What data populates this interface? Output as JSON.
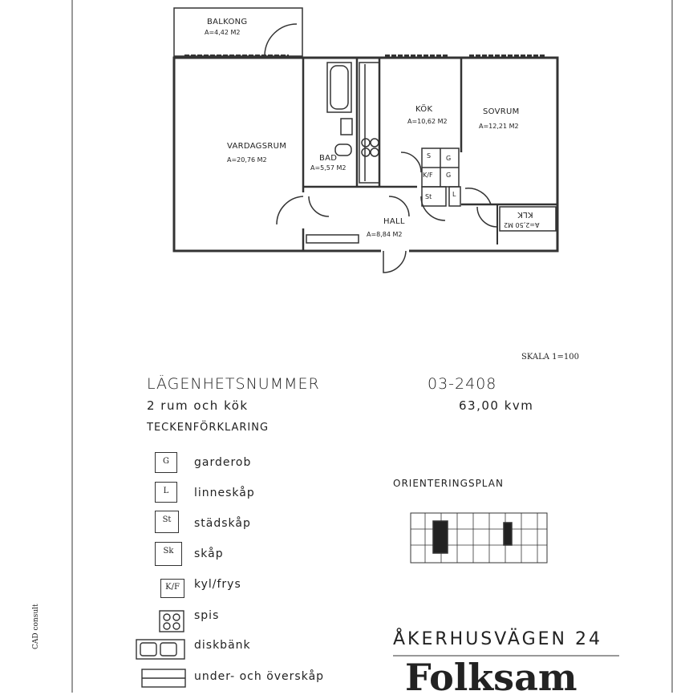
{
  "rooms": {
    "balkong": {
      "name": "BALKONG",
      "area": "A=4,42 M2"
    },
    "vardagsrum": {
      "name": "VARDAGSRUM",
      "area": "A=20,76 M2"
    },
    "bad": {
      "name": "BAD",
      "area": "A=5,57 M2"
    },
    "kok": {
      "name": "KÖK",
      "area": "A=10,62 M2"
    },
    "sovrum": {
      "name": "SOVRUM",
      "area": "A=12,21 M2"
    },
    "hall": {
      "name": "HALL",
      "area": "A=8,84 M2"
    },
    "klk": {
      "name": "KLK",
      "area": "A=2,50 M2"
    }
  },
  "plan_labels": {
    "s": "S",
    "g1": "G",
    "kf": "K/F",
    "g2": "G",
    "st": "St",
    "l": "L"
  },
  "scale": "SKALA 1=100",
  "apartment": {
    "number_label": "LÄGENHETSNUMMER",
    "number": "03-2408",
    "rooms_text": "2 rum och kök",
    "size": "63,00 kvm"
  },
  "legend": {
    "title": "TECKENFÖRKLARING",
    "items": [
      {
        "symbol": "G",
        "label": "garderob"
      },
      {
        "symbol": "L",
        "label": "linneskåp"
      },
      {
        "symbol": "St",
        "label": "städskåp"
      },
      {
        "symbol": "Sk",
        "label": "skåp"
      },
      {
        "symbol": "K/F",
        "label": "kyl/frys"
      },
      {
        "symbol": "",
        "label": "spis"
      },
      {
        "symbol": "",
        "label": "diskbänk"
      },
      {
        "symbol": "",
        "label": "under- och överskåp"
      }
    ]
  },
  "orientation_label": "ORIENTERINGSPLAN",
  "address": "ÅKERHUSVÄGEN 24",
  "brand": "Folksam",
  "credit": "CAD consult"
}
